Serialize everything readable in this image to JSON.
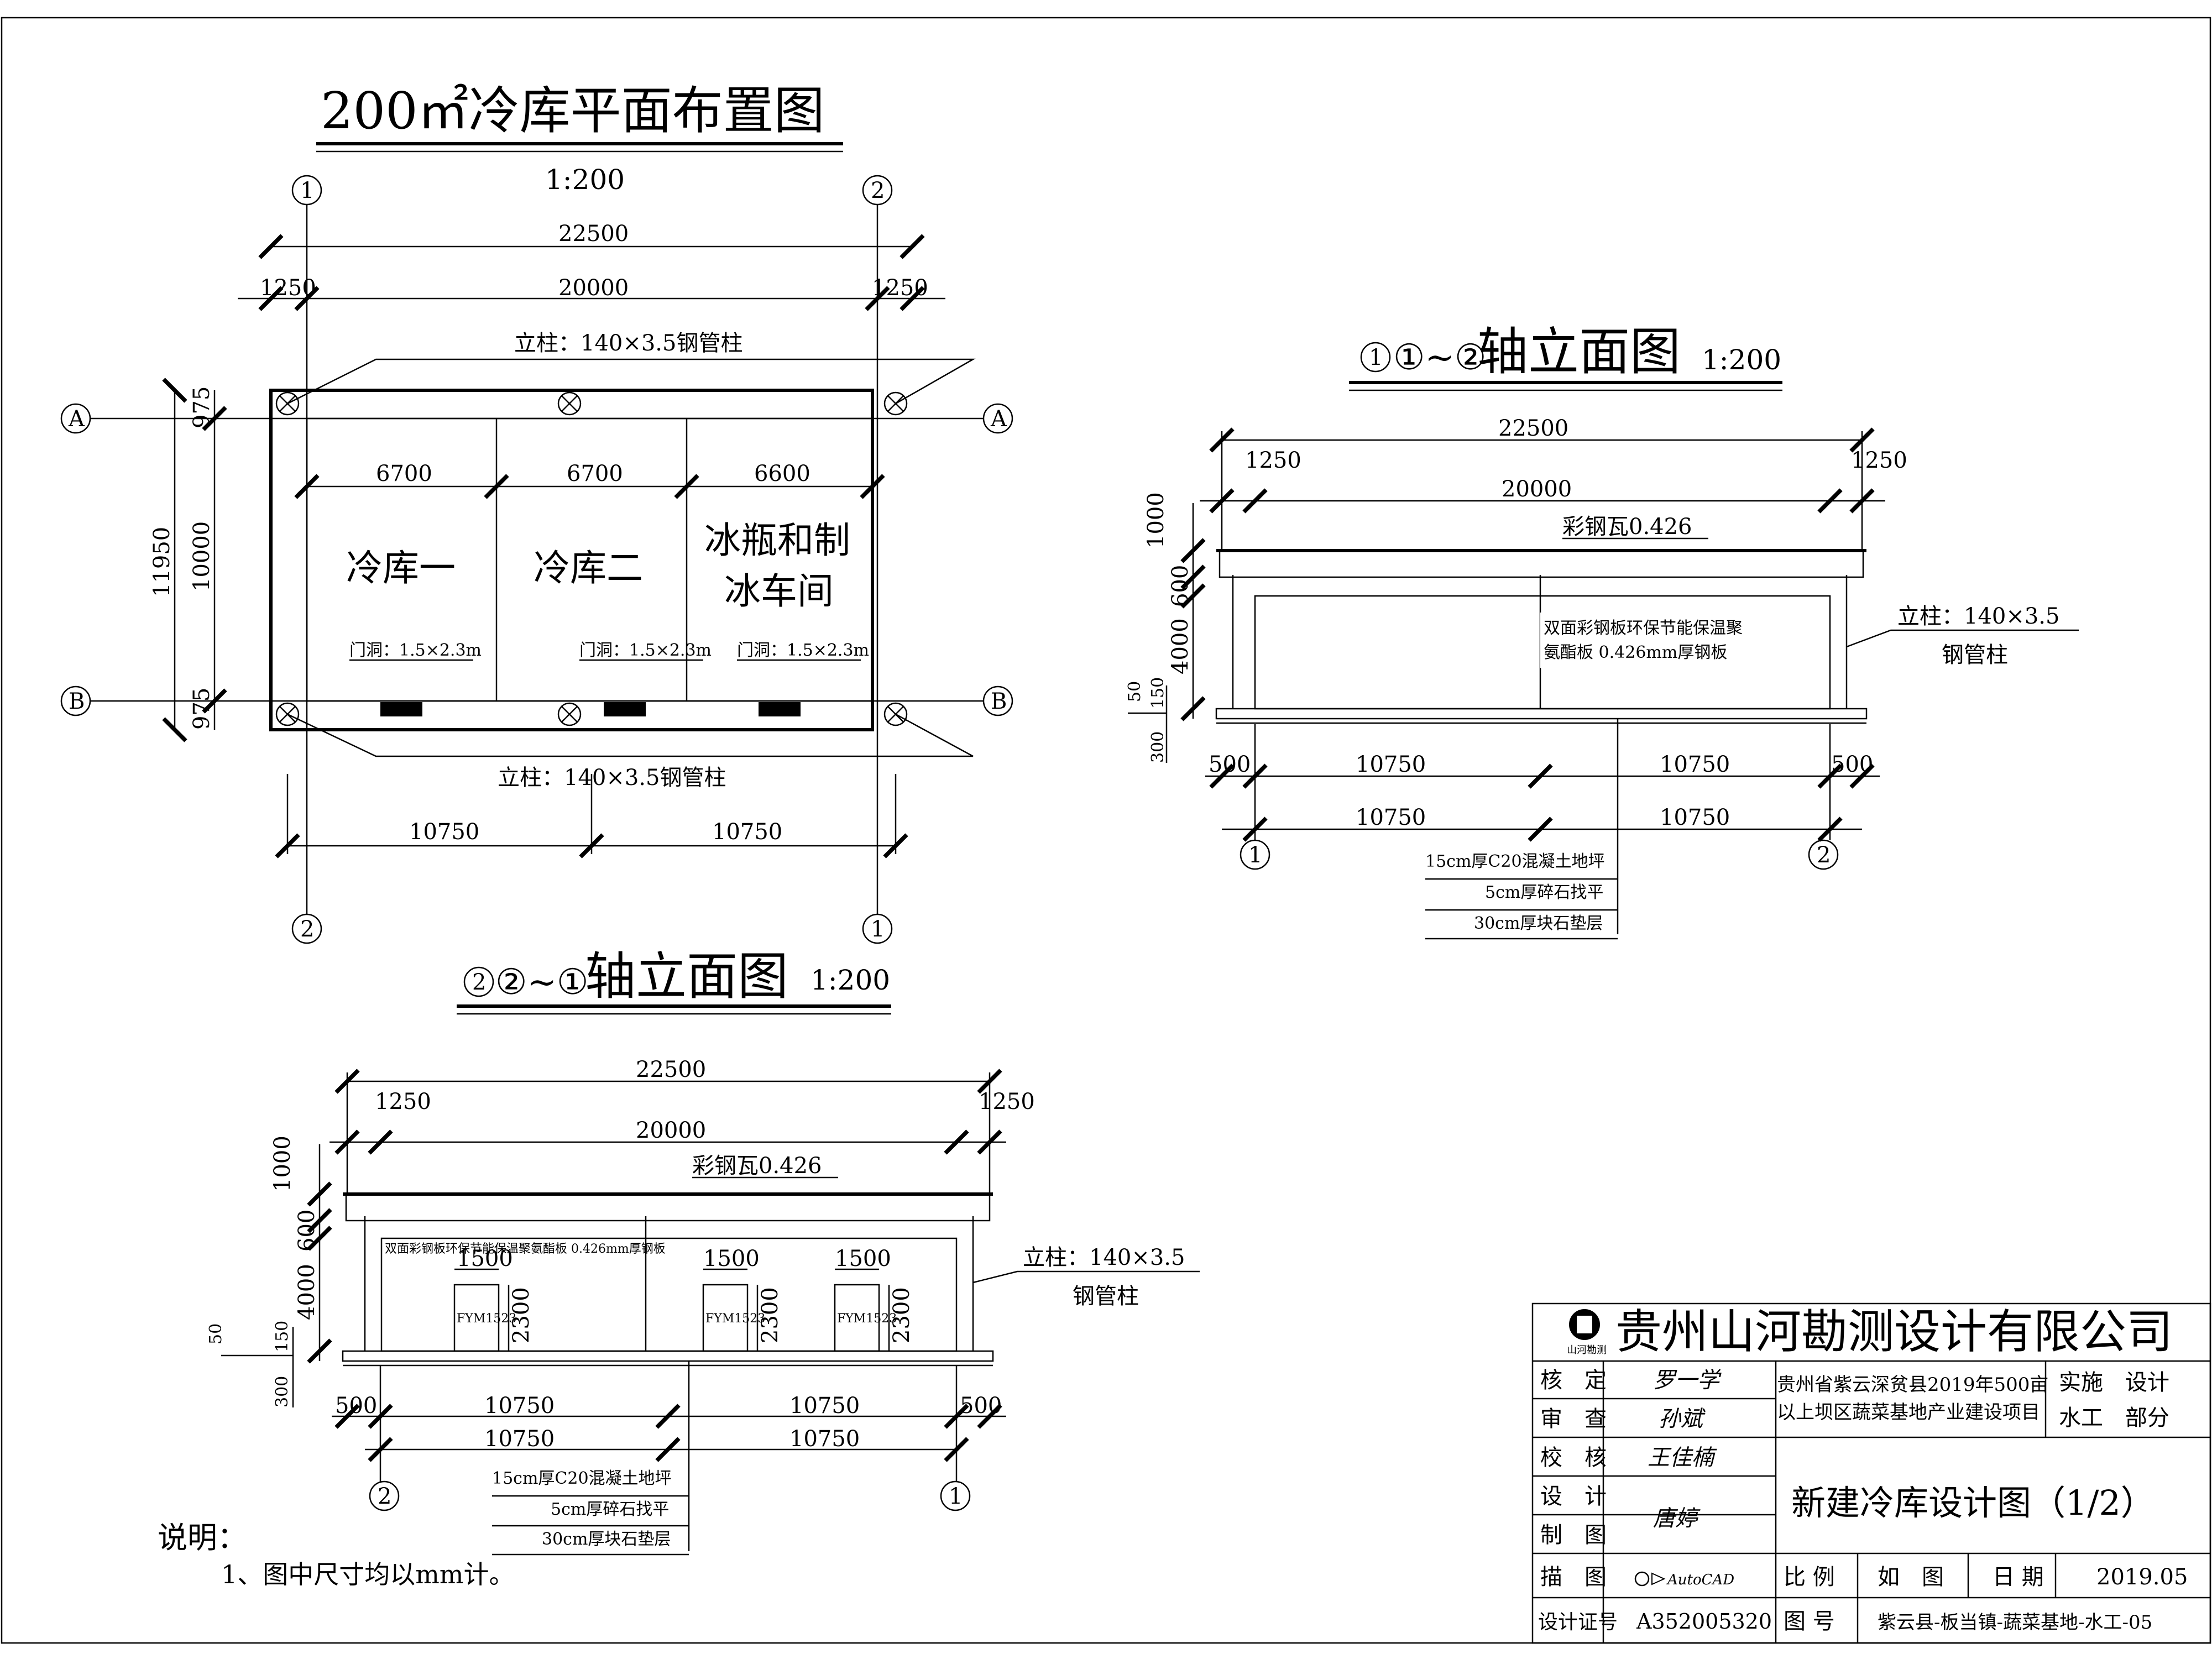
{
  "plan": {
    "title": "200㎡冷库平面布置图",
    "scale": "1:200",
    "dims": {
      "total": "22500",
      "inner": "20000",
      "side": "1250",
      "depth_total": "11950",
      "depth_inner": "10000",
      "edge": "975",
      "half": "10750"
    },
    "rooms": [
      {
        "width": "6700",
        "name_lines": [
          "冷库一"
        ]
      },
      {
        "width": "6700",
        "name_lines": [
          "冷库二"
        ]
      },
      {
        "width": "6600",
        "name_lines": [
          "冰瓶和制",
          "冰车间"
        ]
      }
    ],
    "door_label": "门洞：1.5×2.3m",
    "column_note": "立柱：140×3.5钢管柱",
    "axes": {
      "one": "1",
      "two": "2",
      "a": "A",
      "b": "B"
    }
  },
  "elev12": {
    "title_prefix": "①~②",
    "title": "轴立面图",
    "scale": "1:200",
    "dims": {
      "total": "22500",
      "inner": "20000",
      "side": "1250",
      "edge": "500",
      "half": "10750",
      "h_roof": "1000",
      "h_600": "600",
      "h_4000": "4000",
      "h_150": "150",
      "h_50": "50",
      "h_300": "300"
    },
    "roof_label": "彩钢瓦0.426",
    "panel_label_lines": [
      "双面彩钢板环保节能保温聚",
      "氨酯板 0.426mm厚钢板"
    ],
    "column_label_lines": [
      "立柱：140×3.5",
      "钢管柱"
    ],
    "layers": [
      "15cm厚C20混凝土地坪",
      "5cm厚碎石找平",
      "30cm厚块石垫层"
    ],
    "axes": [
      "1",
      "2"
    ]
  },
  "elev21": {
    "title_prefix": "②~①",
    "title": "轴立面图",
    "scale": "1:200",
    "dims": {
      "total": "22500",
      "inner": "20000",
      "side": "1250",
      "edge": "500",
      "half": "10750",
      "h_roof": "1000",
      "h_600": "600",
      "h_4000": "4000",
      "h_150": "150",
      "h_50": "50",
      "h_300": "300",
      "door_w": "1500",
      "door_h": "2300"
    },
    "roof_label": "彩钢瓦0.426",
    "panel_label": "双面彩钢板环保节能保温聚氨酯板 0.426mm厚钢板",
    "door_code": "FYM1523",
    "column_label_lines": [
      "立柱：140×3.5",
      "钢管柱"
    ],
    "layers": [
      "15cm厚C20混凝土地坪",
      "5cm厚碎石找平",
      "30cm厚块石垫层"
    ],
    "axes": [
      "2",
      "1"
    ]
  },
  "notes": {
    "heading": "说明：",
    "items": [
      "1、图中尺寸均以mm计。"
    ]
  },
  "title_block": {
    "company": "贵州山河勘测设计有限公司",
    "logo_text": "山河勘测",
    "rows": [
      {
        "label": "核　定",
        "signature": "罗一学"
      },
      {
        "label": "审　查",
        "signature": "孙斌"
      },
      {
        "label": "校　核",
        "signature": "王佳楠"
      },
      {
        "label": "设　计",
        "signature": "唐婷"
      },
      {
        "label": "制　图",
        "signature": ""
      },
      {
        "label": "描　图",
        "signature": ""
      }
    ],
    "project_lines": [
      "贵州省紫云深贫县2019年500亩",
      "以上坝区蔬菜基地产业建设项目"
    ],
    "stage_lines": [
      "实施　设计",
      "水工　部分"
    ],
    "drawing_title": "新建冷库设计图（1/2）",
    "software": "AutoCAD",
    "scale_label": "比 例",
    "scale_value": "如　图",
    "date_label": "日 期",
    "date_value": "2019.05",
    "cert_label": "设计证号",
    "cert_value": "A352005320",
    "drawing_no_label": "图 号",
    "drawing_no_value": "紫云县-板当镇-蔬菜基地-水工-05"
  }
}
